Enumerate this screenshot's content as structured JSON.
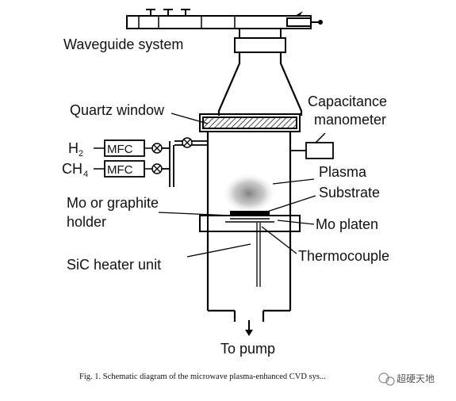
{
  "labels": {
    "waveguide": "Waveguide system",
    "quartz_window": "Quartz window",
    "capacitance_line1": "Capacitance",
    "capacitance_line2": "manometer",
    "h2_main": "H",
    "h2_sub": "2",
    "ch4_main": "CH",
    "ch4_sub": "4",
    "mfc_top": "MFC",
    "mfc_bottom": "MFC",
    "plasma": "Plasma",
    "substrate": "Substrate",
    "mo_holder_line1": "Mo or graphite",
    "mo_holder_line2": "holder",
    "mo_platen": "Mo platen",
    "thermocouple": "Thermocouple",
    "sic_heater": "SiC heater unit",
    "to_pump": "To pump"
  },
  "caption": "Fig. 1. Schematic diagram of the microwave plasma-enhanced CVD sys...",
  "watermark": "超硬天地",
  "colors": {
    "ink": "#000000",
    "plasma_glow": "#8c8c8c",
    "quartz_hatch": "#000000"
  }
}
